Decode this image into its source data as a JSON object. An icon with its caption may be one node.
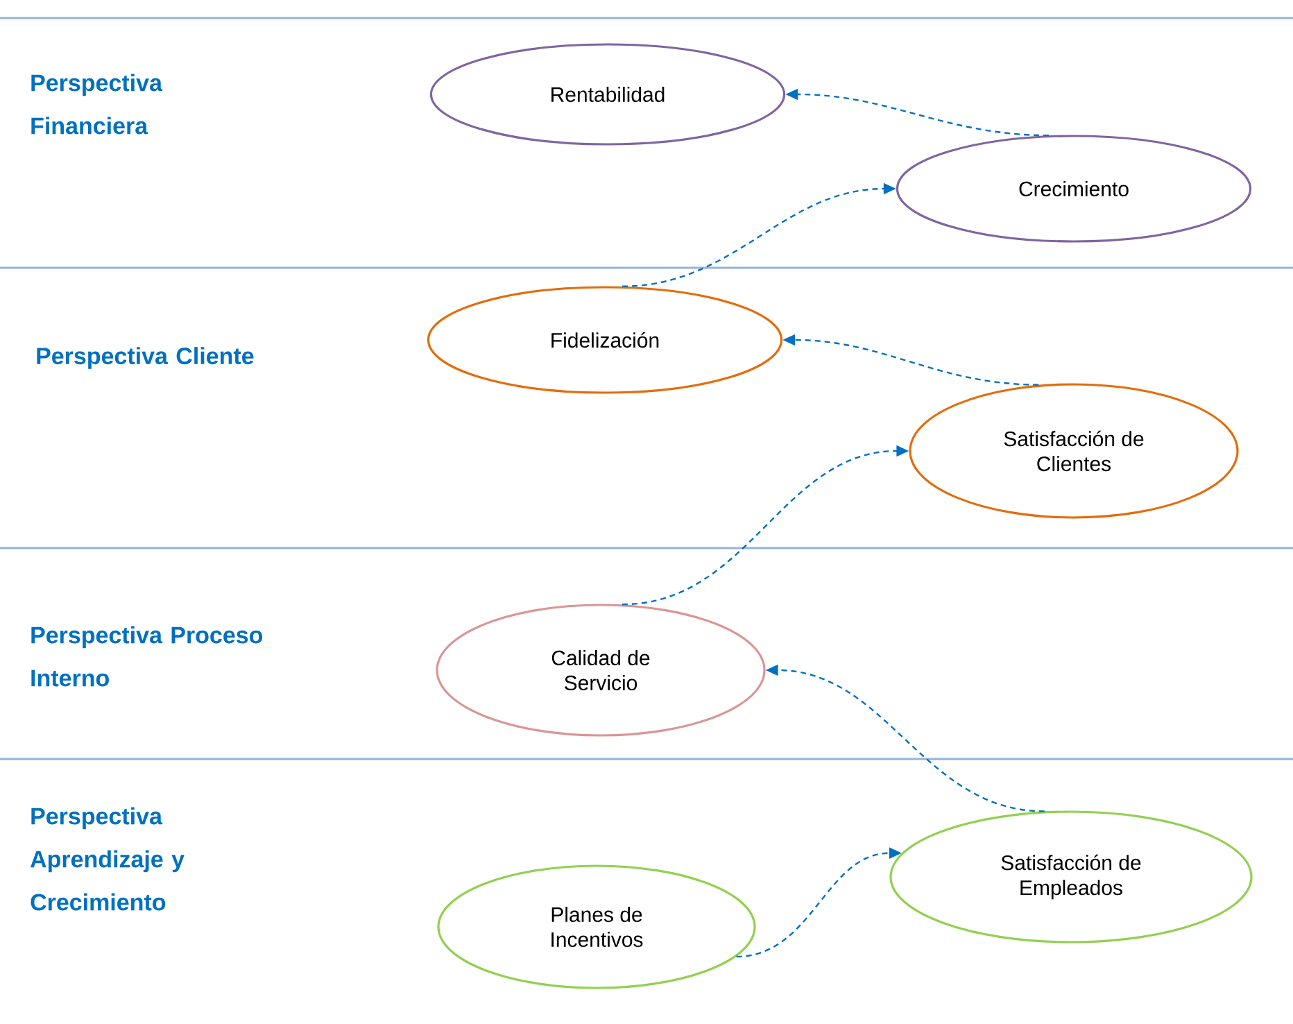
{
  "diagram": {
    "nodes": [
      {
        "text": [
          "Rentabilidad"
        ]
      },
      {
        "text": [
          "Crecimiento"
        ]
      },
      {
        "text": [
          "Fidelización"
        ]
      },
      {
        "text": [
          "Satisfacción de Clientes"
        ]
      },
      {
        "text": [
          "Calidad de Servicio"
        ]
      },
      {
        "text": [
          "Satisfacción de Empleados"
        ]
      },
      {
        "text": [
          "Planes de Incentivos"
        ]
      }
    ],
    "edges": [
      {
        "from": 1,
        "to": 0,
        "arrow": "to",
        "style": "dashed"
      },
      {
        "from": 2,
        "to": 1,
        "arrow": "to",
        "style": "dashed"
      },
      {
        "from": 3,
        "to": 2,
        "arrow": "to",
        "style": "dashed"
      },
      {
        "from": 4,
        "to": 3,
        "arrow": "to",
        "style": "dashed"
      },
      {
        "from": 5,
        "to": 4,
        "arrow": "to",
        "style": "dashed"
      },
      {
        "from": 6,
        "to": 5,
        "arrow": "to",
        "style": "dashed"
      }
    ],
    "labels": [
      "Perspectiva Financiera",
      "Perspectiva Cliente",
      "Perspectiva Proceso Interno",
      "Perspectiva Aprendizaje y Crecimiento"
    ]
  }
}
